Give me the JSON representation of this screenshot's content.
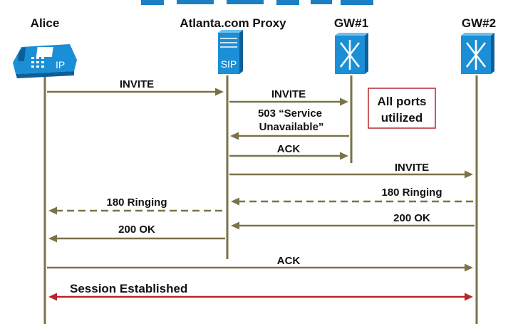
{
  "participants": [
    {
      "id": "alice",
      "name": "Alice",
      "icon": "ip-phone-icon"
    },
    {
      "id": "proxy",
      "name": "Atlanta.com Proxy",
      "icon": "sip-server-icon"
    },
    {
      "id": "gw1",
      "name": "GW#1",
      "icon": "gateway-icon"
    },
    {
      "id": "gw2",
      "name": "GW#2",
      "icon": "gateway-icon"
    }
  ],
  "icon_text": {
    "phone": "IP",
    "server": "SIP"
  },
  "messages": [
    {
      "label": "INVITE",
      "from": "alice",
      "to": "proxy",
      "style": "solid"
    },
    {
      "label": "INVITE",
      "from": "proxy",
      "to": "gw1",
      "style": "solid"
    },
    {
      "label_lines": [
        "503 “Service",
        "Unavailable”"
      ],
      "from": "gw1",
      "to": "proxy",
      "style": "solid"
    },
    {
      "label": "ACK",
      "from": "proxy",
      "to": "gw1",
      "style": "solid"
    },
    {
      "label": "INVITE",
      "from": "proxy",
      "to": "gw2",
      "style": "solid"
    },
    {
      "label": "180 Ringing",
      "from": "gw2",
      "to": "proxy",
      "style": "dashed"
    },
    {
      "label": "180 Ringing",
      "from": "proxy",
      "to": "alice",
      "style": "dashed"
    },
    {
      "label": "200 OK",
      "from": "gw2",
      "to": "proxy",
      "style": "solid"
    },
    {
      "label": "200 OK",
      "from": "proxy",
      "to": "alice",
      "style": "solid"
    },
    {
      "label": "ACK",
      "from": "alice",
      "to": "gw2",
      "style": "solid"
    },
    {
      "label": "Session Established",
      "from": "alice",
      "to": "gw2",
      "style": "double"
    }
  ],
  "note": {
    "lines": [
      "All ports",
      "utilized"
    ]
  },
  "colors": {
    "lifeline": "#7a7347",
    "arrow": "#7a7347",
    "session": "#b8262c",
    "note_border": "#b8262c",
    "icon_blue": "#1b8fd6",
    "icon_dark": "#0d5f9a"
  }
}
